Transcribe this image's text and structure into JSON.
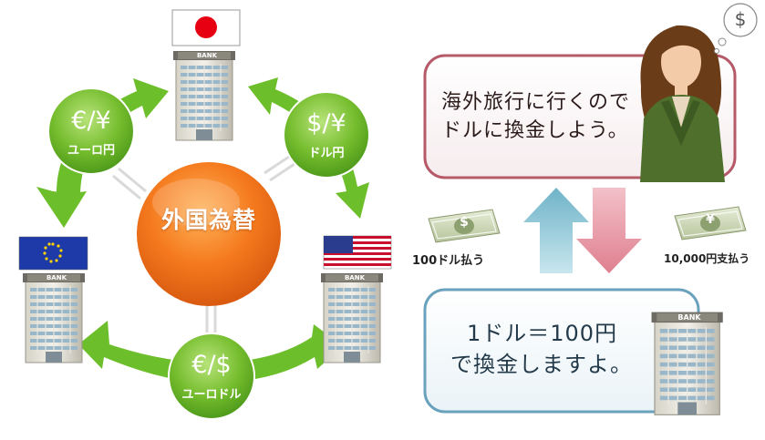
{
  "center_label": "外国為替",
  "pairs": [
    {
      "symbol": "€/¥",
      "name": "ユーロ円"
    },
    {
      "symbol": "$/¥",
      "name": "ドル円"
    },
    {
      "symbol": "€/$",
      "name": "ユーロドル"
    }
  ],
  "bank_sign": "BANK",
  "speech_bubble": {
    "line1": "海外旅行に行くので",
    "line2": "ドルに換金しよう。"
  },
  "bank_bubble": {
    "line1": "1ドル＝100円",
    "line2": "で換金しますよ。"
  },
  "pay_dollar": "100ドル払う",
  "pay_yen": "10,000円支払う",
  "dollar_bill_symbol": "$",
  "yen_bill_symbol": "¥",
  "thought_symbol": "$",
  "colors": {
    "arrow_green": "#6cbf2a",
    "center_orange": "#f07018",
    "speech_border": "#b65a6a",
    "bank_border": "#6aa2bd",
    "arrow_up": "#8fc7d6",
    "arrow_down": "#e99aa6"
  },
  "icons": [
    "flag-japan-icon",
    "flag-eu-icon",
    "flag-usa-icon",
    "bank-building-icon",
    "woman-icon",
    "banknote-icon"
  ]
}
